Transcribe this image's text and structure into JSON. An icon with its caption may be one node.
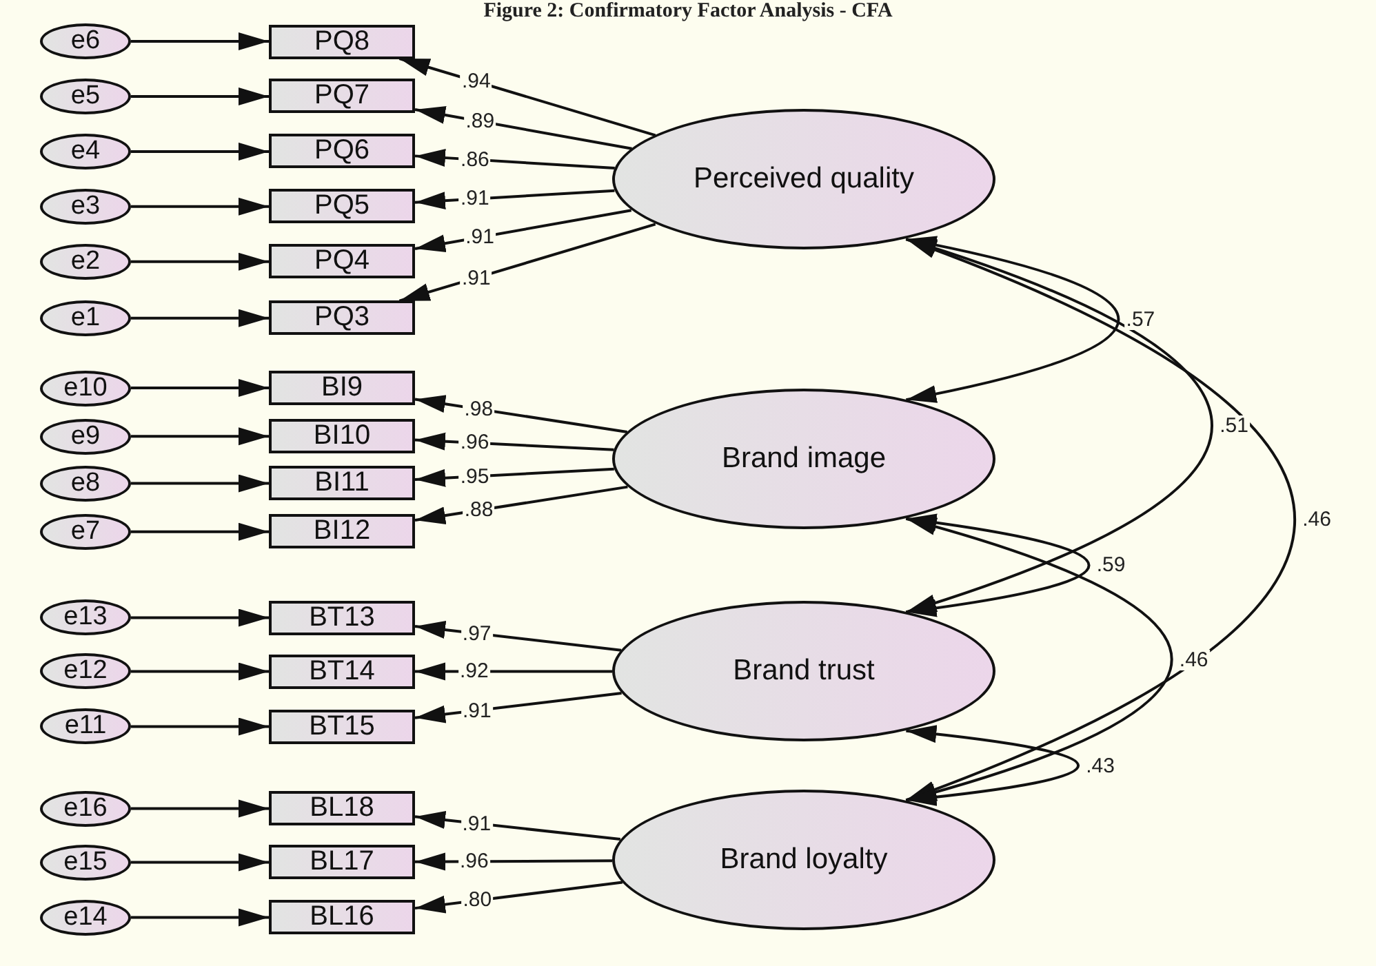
{
  "diagram": {
    "title": "Figure 2: Confirmatory Factor Analysis - CFA",
    "nodes": [
      {
        "text": [
          "e6"
        ]
      },
      {
        "text": [
          "PQ8"
        ]
      },
      {
        "text": [
          "e5"
        ]
      },
      {
        "text": [
          "PQ7"
        ]
      },
      {
        "text": [
          "e4"
        ]
      },
      {
        "text": [
          "PQ6"
        ]
      },
      {
        "text": [
          "e3"
        ]
      },
      {
        "text": [
          "PQ5"
        ]
      },
      {
        "text": [
          "e2"
        ]
      },
      {
        "text": [
          "PQ4"
        ]
      },
      {
        "text": [
          "e1"
        ]
      },
      {
        "text": [
          "PQ3"
        ]
      },
      {
        "text": [
          "Perceived quality"
        ]
      },
      {
        "text": [
          "e10"
        ]
      },
      {
        "text": [
          "BI9"
        ]
      },
      {
        "text": [
          "e9"
        ]
      },
      {
        "text": [
          "BI10"
        ]
      },
      {
        "text": [
          "e8"
        ]
      },
      {
        "text": [
          "BI11"
        ]
      },
      {
        "text": [
          "e7"
        ]
      },
      {
        "text": [
          "BI12"
        ]
      },
      {
        "text": [
          "Brand image"
        ]
      },
      {
        "text": [
          "e13"
        ]
      },
      {
        "text": [
          "BT13"
        ]
      },
      {
        "text": [
          "e12"
        ]
      },
      {
        "text": [
          "BT14"
        ]
      },
      {
        "text": [
          "e11"
        ]
      },
      {
        "text": [
          "BT15"
        ]
      },
      {
        "text": [
          "Brand trust"
        ]
      },
      {
        "text": [
          "e16"
        ]
      },
      {
        "text": [
          "BL18"
        ]
      },
      {
        "text": [
          "e15"
        ]
      },
      {
        "text": [
          "BL17"
        ]
      },
      {
        "text": [
          "e14"
        ]
      },
      {
        "text": [
          "BL16"
        ]
      },
      {
        "text": [
          "Brand loyalty"
        ]
      }
    ],
    "edges": [
      {
        "from": 0,
        "to": 1,
        "arrow": "to"
      },
      {
        "from": 2,
        "to": 3,
        "arrow": "to"
      },
      {
        "from": 4,
        "to": 5,
        "arrow": "to"
      },
      {
        "from": 6,
        "to": 7,
        "arrow": "to"
      },
      {
        "from": 8,
        "to": 9,
        "arrow": "to"
      },
      {
        "from": 10,
        "to": 11,
        "arrow": "to"
      },
      {
        "from": 12,
        "to": 1,
        "arrow": "to",
        "label": ".94"
      },
      {
        "from": 12,
        "to": 3,
        "arrow": "to",
        "label": ".89"
      },
      {
        "from": 12,
        "to": 5,
        "arrow": "to",
        "label": ".86"
      },
      {
        "from": 12,
        "to": 7,
        "arrow": "to",
        "label": ".91"
      },
      {
        "from": 12,
        "to": 9,
        "arrow": "to",
        "label": ".91"
      },
      {
        "from": 12,
        "to": 11,
        "arrow": "to",
        "label": ".91"
      },
      {
        "from": 13,
        "to": 14,
        "arrow": "to"
      },
      {
        "from": 15,
        "to": 16,
        "arrow": "to"
      },
      {
        "from": 17,
        "to": 18,
        "arrow": "to"
      },
      {
        "from": 19,
        "to": 20,
        "arrow": "to"
      },
      {
        "from": 21,
        "to": 14,
        "arrow": "to",
        "label": ".98"
      },
      {
        "from": 21,
        "to": 16,
        "arrow": "to",
        "label": ".96"
      },
      {
        "from": 21,
        "to": 18,
        "arrow": "to",
        "label": ".95"
      },
      {
        "from": 21,
        "to": 20,
        "arrow": "to",
        "label": ".88"
      },
      {
        "from": 22,
        "to": 23,
        "arrow": "to"
      },
      {
        "from": 24,
        "to": 25,
        "arrow": "to"
      },
      {
        "from": 26,
        "to": 27,
        "arrow": "to"
      },
      {
        "from": 28,
        "to": 23,
        "arrow": "to",
        "label": ".97"
      },
      {
        "from": 28,
        "to": 25,
        "arrow": "to",
        "label": ".92"
      },
      {
        "from": 28,
        "to": 27,
        "arrow": "to",
        "label": ".91"
      },
      {
        "from": 29,
        "to": 30,
        "arrow": "to"
      },
      {
        "from": 31,
        "to": 32,
        "arrow": "to"
      },
      {
        "from": 33,
        "to": 34,
        "arrow": "to"
      },
      {
        "from": 35,
        "to": 30,
        "arrow": "to",
        "label": ".91"
      },
      {
        "from": 35,
        "to": 32,
        "arrow": "to",
        "label": ".96"
      },
      {
        "from": 35,
        "to": 34,
        "arrow": "to",
        "label": ".80"
      },
      {
        "from": 12,
        "to": 21,
        "arrow": "both",
        "label": ".57"
      },
      {
        "from": 12,
        "to": 28,
        "arrow": "both",
        "label": ".51"
      },
      {
        "from": 12,
        "to": 35,
        "arrow": "both",
        "label": ".46"
      },
      {
        "from": 21,
        "to": 28,
        "arrow": "both",
        "label": ".59"
      },
      {
        "from": 21,
        "to": 35,
        "arrow": "both",
        "label": ".46"
      },
      {
        "from": 28,
        "to": 35,
        "arrow": "both",
        "label": ".43"
      }
    ]
  }
}
